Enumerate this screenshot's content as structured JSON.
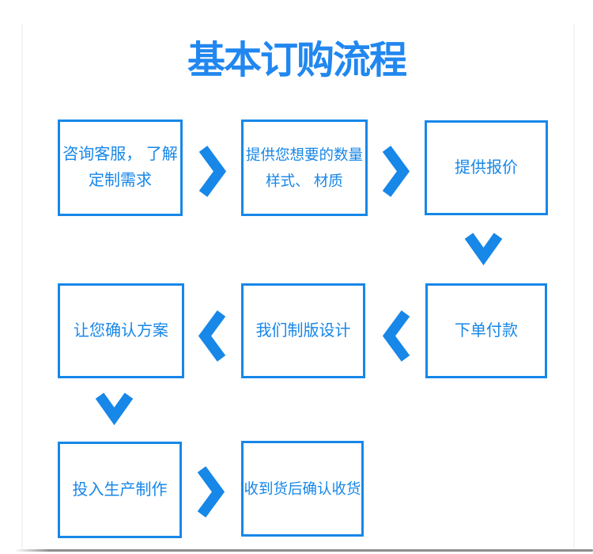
{
  "title": "基本订购流程",
  "colors": {
    "accent_blue": "#1787e8",
    "title_blue": "#2187f0",
    "shadow_gray": "#8d8d8d"
  },
  "steps": [
    {
      "name": "consult",
      "lines": [
        "咨询客服， 了解",
        "定制需求"
      ]
    },
    {
      "name": "specs",
      "lines": [
        "提供您想要的数量",
        "样式、 材质"
      ]
    },
    {
      "name": "quote",
      "lines": [
        "提供报价"
      ]
    },
    {
      "name": "order-pay",
      "lines": [
        "下单付款"
      ]
    },
    {
      "name": "design",
      "lines": [
        "我们制版设计"
      ]
    },
    {
      "name": "confirm-plan",
      "lines": [
        "让您确认方案"
      ]
    },
    {
      "name": "production",
      "lines": [
        "投入生产制作"
      ]
    },
    {
      "name": "receive",
      "lines": [
        "收到货后确认收货"
      ]
    }
  ]
}
